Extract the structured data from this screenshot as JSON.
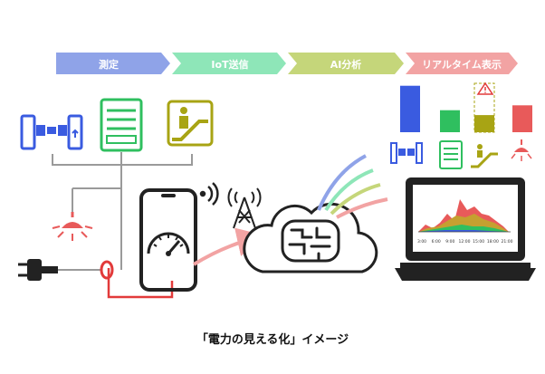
{
  "steps": [
    {
      "label": "測定",
      "color": "#8fa3e8"
    },
    {
      "label": "IoT送信",
      "color": "#8ee6b8"
    },
    {
      "label": "AI分析",
      "color": "#c5d67a"
    },
    {
      "label": "リアルタイム表示",
      "color": "#f2a3a3"
    }
  ],
  "caption": "「電力の見える化」イメージ",
  "colors": {
    "blue": "#3a5be0",
    "green": "#2fbf5f",
    "olive": "#a8a414",
    "red": "#e85a5a",
    "dark": "#222222",
    "gray": "#9a9a9a"
  },
  "devices": [
    {
      "name": "gate",
      "icon": "ticket-gate-icon"
    },
    {
      "name": "vending",
      "icon": "vending-machine-icon"
    },
    {
      "name": "escalator",
      "icon": "escalator-icon"
    },
    {
      "name": "light",
      "icon": "ceiling-light-icon"
    }
  ],
  "levels": [
    {
      "device": "gate",
      "value": 0.95,
      "color": "#3a5be0"
    },
    {
      "device": "vending",
      "value": 0.45,
      "color": "#2fbf5f"
    },
    {
      "device": "escalator",
      "value": 0.35,
      "color": "#a8a414",
      "alert": true
    },
    {
      "device": "light",
      "value": 0.55,
      "color": "#e85a5a"
    }
  ],
  "chart_axis": [
    "3:00",
    "6:00",
    "9:00",
    "12:00",
    "15:00",
    "18:00",
    "21:00"
  ]
}
